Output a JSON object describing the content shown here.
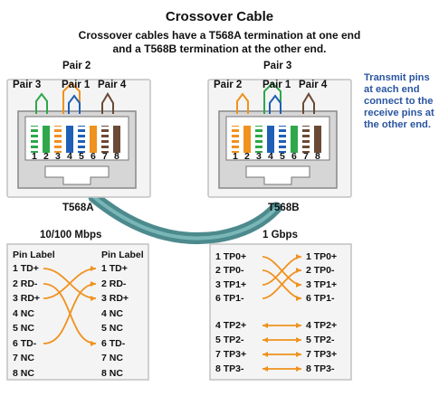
{
  "title": "Crossover Cable",
  "subtitle_line1": "Crossover cables have a T568A termination at one end",
  "subtitle_line2": "and a T568B termination at the other end.",
  "side_note": "Transmit pins at each end connect to the receive pins at the other end.",
  "jack_left": {
    "name": "T568A",
    "pair_top": "Pair 2",
    "pair_left": "Pair 3",
    "pair_mid": "Pair 1",
    "pair_right": "Pair 4",
    "pins": [
      "1",
      "2",
      "3",
      "4",
      "5",
      "6",
      "7",
      "8"
    ],
    "wire_colors": [
      "#ffffff|#2ea84a",
      "#2ea84a",
      "#ffffff|#f0921e",
      "#1f5fb8",
      "#ffffff|#1f5fb8",
      "#f0921e",
      "#ffffff|#6b4a35",
      "#6b4a35"
    ]
  },
  "jack_right": {
    "name": "T568B",
    "pair_top": "Pair 3",
    "pair_left": "Pair 2",
    "pair_mid": "Pair 1",
    "pair_right": "Pair 4",
    "pins": [
      "1",
      "2",
      "3",
      "4",
      "5",
      "6",
      "7",
      "8"
    ],
    "wire_colors": [
      "#ffffff|#f0921e",
      "#f0921e",
      "#ffffff|#2ea84a",
      "#1f5fb8",
      "#ffffff|#1f5fb8",
      "#2ea84a",
      "#ffffff|#6b4a35",
      "#6b4a35"
    ]
  },
  "colors": {
    "orange": "#f0921e",
    "green": "#2ea84a",
    "blue": "#1f5fb8",
    "brown": "#6b4a35",
    "cable": "#4d8a8d",
    "side_text": "#2a55a0"
  },
  "table_left": {
    "heading": "10/100 Mbps",
    "col_left_header": "Pin Label",
    "col_right_header": "Pin Label",
    "left": [
      "1 TD+",
      "2 RD-",
      "3 RD+",
      "4 NC",
      "5 NC",
      "6 TD-",
      "7 NC",
      "8 NC"
    ],
    "right": [
      "1 TD+",
      "2 RD-",
      "3 RD+",
      "4 NC",
      "5 NC",
      "6 TD-",
      "7 NC",
      "8 NC"
    ]
  },
  "table_right": {
    "heading": "1 Gbps",
    "left": [
      "1 TP0+",
      "2 TP0-",
      "3 TP1+",
      "6 TP1-",
      "4 TP2+",
      "5 TP2-",
      "7 TP3+",
      "8 TP3-"
    ],
    "right": [
      "1 TP0+",
      "2 TP0-",
      "3 TP1+",
      "6 TP1-",
      "4 TP2+",
      "5 TP2-",
      "7 TP3+",
      "8 TP3-"
    ]
  }
}
